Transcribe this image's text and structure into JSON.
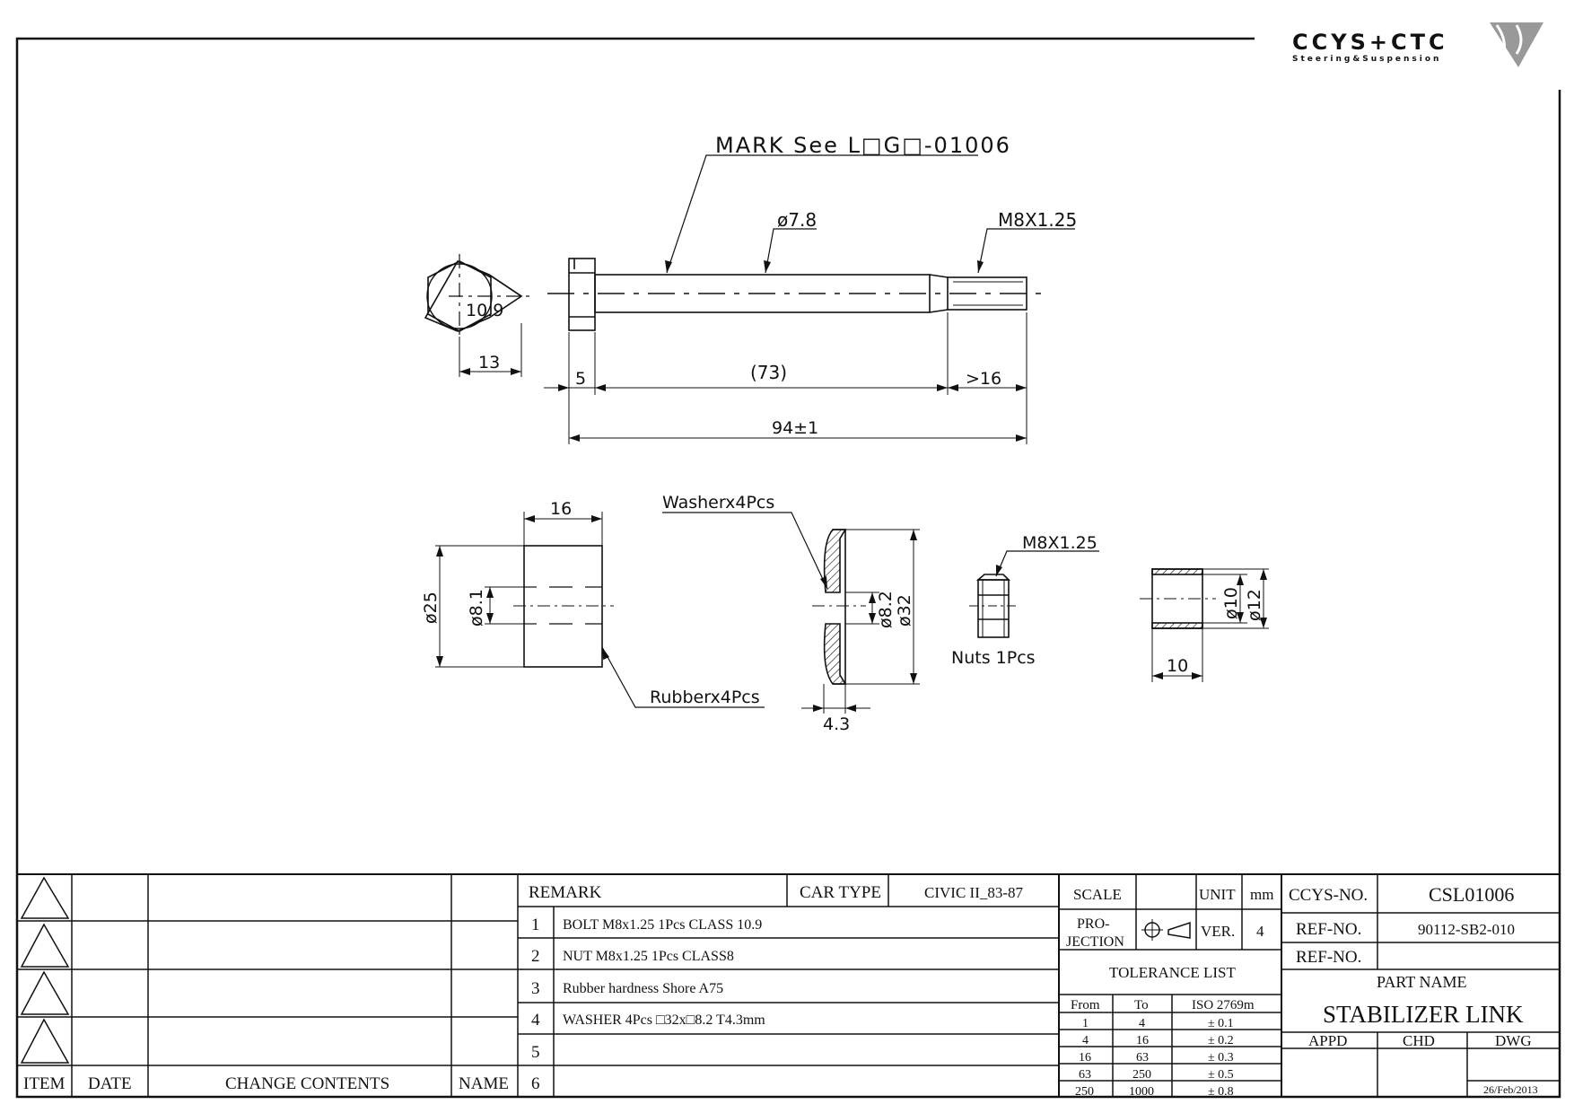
{
  "logo": {
    "brand": "CCYS+CTC",
    "tagline": "Steering&Suspension"
  },
  "drawing": {
    "mark_label": "MARK See L□G□-01006",
    "bolt_diameter": "ø7.8",
    "bolt_thread": "M8X1.25",
    "hex_across_flats": "10.9",
    "hex_width": "13",
    "head_length": "5",
    "shank_length": "(73)",
    "thread_length": ">16",
    "total_length": "94±1",
    "rubber_width": "16",
    "rubber_od": "ø25",
    "rubber_id": "ø8.1",
    "rubber_label": "Rubberx4Pcs",
    "washer_label": "Washerx4Pcs",
    "washer_id": "ø8.2",
    "washer_od": "ø32",
    "washer_thickness": "4.3",
    "nut_thread": "M8X1.25",
    "nut_label": "Nuts 1Pcs",
    "sleeve_id": "ø10",
    "sleeve_od": "ø12",
    "sleeve_length": "10"
  },
  "revision": {
    "headers": {
      "item": "ITEM",
      "date": "DATE",
      "change": "CHANGE CONTENTS",
      "name": "NAME"
    }
  },
  "remark": {
    "header": "REMARK",
    "car_type_label": "CAR TYPE",
    "car_type_value": "CIVIC II_83-87",
    "rows": [
      {
        "no": "1",
        "text": "BOLT  M8x1.25 1Pcs CLASS 10.9"
      },
      {
        "no": "2",
        "text": "NUT M8x1.25 1Pcs CLASS8"
      },
      {
        "no": "3",
        "text": "Rubber hardness Shore A75"
      },
      {
        "no": "4",
        "text": "WASHER 4Pcs □32x□8.2 T4.3mm"
      },
      {
        "no": "5",
        "text": ""
      },
      {
        "no": "6",
        "text": ""
      }
    ]
  },
  "spec": {
    "scale_label": "SCALE",
    "scale_value": "",
    "unit_label": "UNIT",
    "unit_value": "mm",
    "projection_label_1": "PRO-",
    "projection_label_2": "JECTION",
    "ver_label": "VER.",
    "ver_value": "4",
    "tolerance_title": "TOLERANCE LIST",
    "tol_headers": [
      "From",
      "To",
      "ISO 2769m"
    ],
    "tol_rows": [
      [
        "1",
        "4",
        "± 0.1"
      ],
      [
        "4",
        "16",
        "± 0.2"
      ],
      [
        "16",
        "63",
        "± 0.3"
      ],
      [
        "63",
        "250",
        "± 0.5"
      ],
      [
        "250",
        "1000",
        "± 0.8"
      ]
    ]
  },
  "title_block": {
    "ccys_no_label": "CCYS-NO.",
    "ccys_no_value": "CSL01006",
    "ref_no_label_1": "REF-NO.",
    "ref_no_value_1": "90112-SB2-010",
    "ref_no_label_2": "REF-NO.",
    "ref_no_value_2": "",
    "part_name_label": "PART NAME",
    "part_name_value": "STABILIZER LINK",
    "appd_label": "APPD",
    "chd_label": "CHD",
    "dwg_label": "DWG",
    "date": "26/Feb/2013"
  }
}
